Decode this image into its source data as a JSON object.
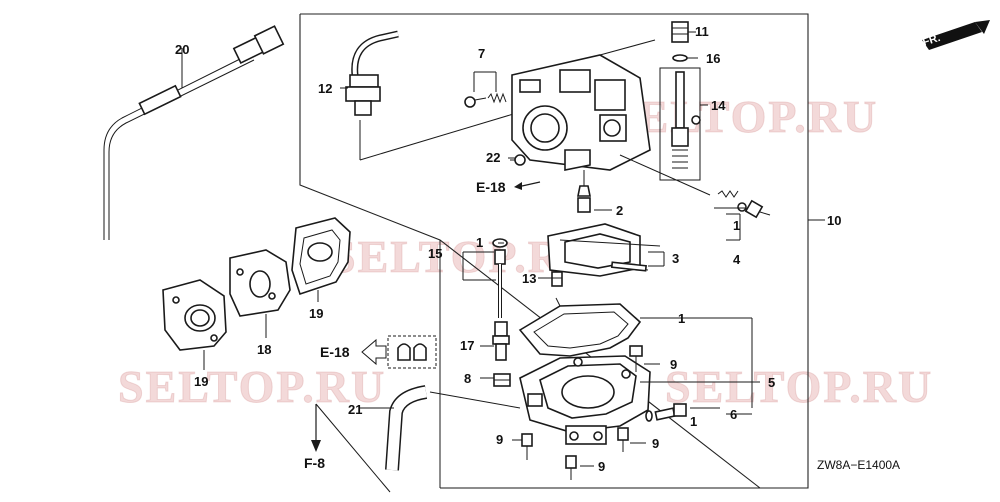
{
  "diagram": {
    "drawing_code": "ZW8A−E1400A",
    "direction_badge": "FR.",
    "watermarks": [
      "SELTOP.RU",
      "SELTOP.RU",
      "SELTOP.RU",
      "SELTOP.RU"
    ],
    "references": {
      "e18_top": "E-18",
      "e18_left": "E-18",
      "f8": "F-8"
    },
    "callouts": {
      "c1a": "1",
      "c1b": "1",
      "c1c": "1",
      "c1d": "1",
      "c2": "2",
      "c3": "3",
      "c4": "4",
      "c5": "5",
      "c6": "6",
      "c7": "7",
      "c8": "8",
      "c9a": "9",
      "c9b": "9",
      "c9c": "9",
      "c9d": "9",
      "c10": "10",
      "c11": "11",
      "c12": "12",
      "c13": "13",
      "c14": "14",
      "c15": "15",
      "c16": "16",
      "c17": "17",
      "c18": "18",
      "c19a": "19",
      "c19b": "19",
      "c20": "20",
      "c21": "21",
      "c22": "22"
    }
  }
}
